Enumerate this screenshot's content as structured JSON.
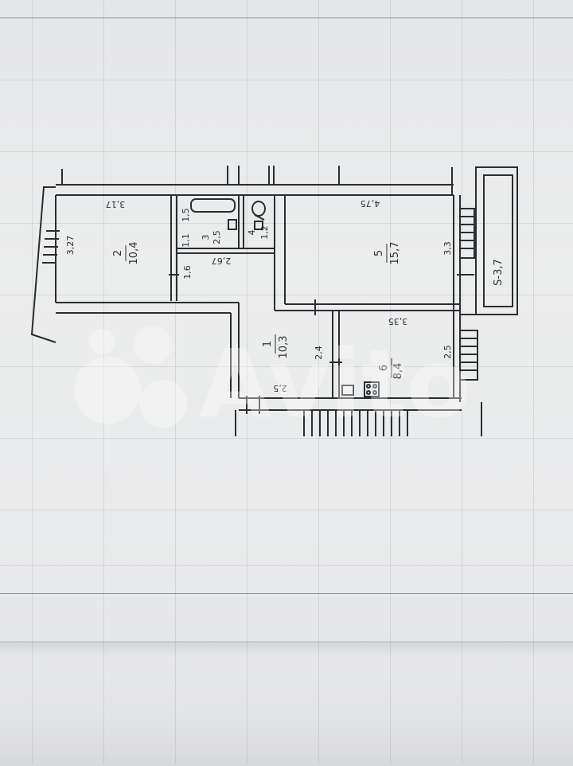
{
  "rooms": [
    {
      "num": "1",
      "area": "10,3"
    },
    {
      "num": "2",
      "area": "10,4"
    },
    {
      "num": "3",
      "area": "2,5"
    },
    {
      "num": "4",
      "area": "1,2"
    },
    {
      "num": "5",
      "area": "15,7"
    },
    {
      "num": "6",
      "area": "8,4"
    }
  ],
  "dimensions": {
    "d_3_17": "3,17",
    "d_3_27": "3,27",
    "d_1_5": "1,5",
    "d_1_1": "1,1",
    "d_4_75": "4,75",
    "d_3_3": "3,3",
    "d_1_6": "1,6",
    "d_2_67": "2,67",
    "d_3_35": "3,35",
    "d_2_4": "2,4",
    "d_2_5": "2,5",
    "d_2_5_hall": "2,5"
  },
  "balcony": {
    "area_label": "S-3,7"
  },
  "watermark": {
    "text": "Avito"
  },
  "colors": {
    "line": "#2a2d31",
    "paper": "#e7e8e9",
    "watermark": "#ffffff"
  }
}
